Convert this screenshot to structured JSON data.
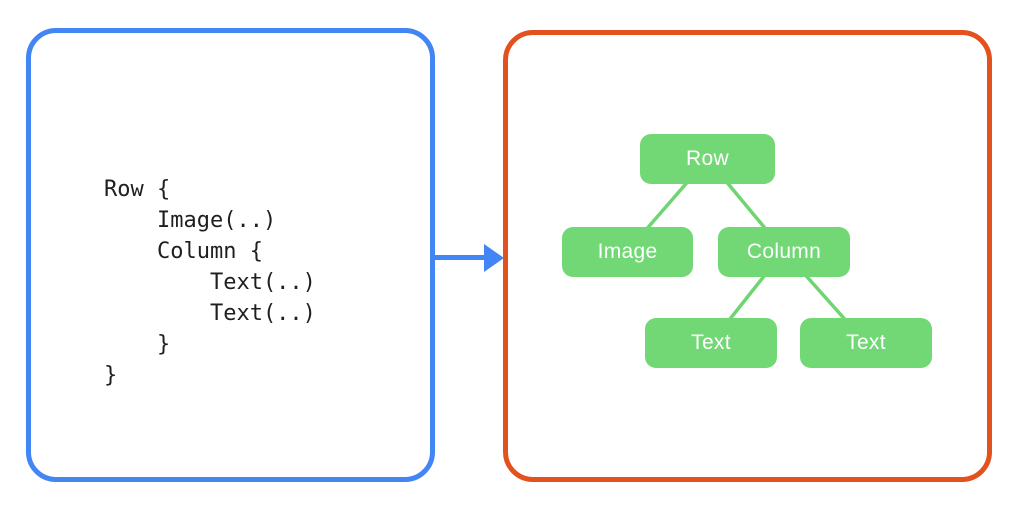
{
  "left_panel": {
    "kind": "code-snippet",
    "code_text": "Row {\n    Image(..)\n    Column {\n        Text(..)\n        Text(..)\n    }\n}"
  },
  "arrow": {
    "direction": "right"
  },
  "right_panel": {
    "kind": "ui-tree",
    "tree": {
      "nodes": [
        {
          "id": "row",
          "label": "Row"
        },
        {
          "id": "image",
          "label": "Image"
        },
        {
          "id": "column",
          "label": "Column"
        },
        {
          "id": "text-1",
          "label": "Text"
        },
        {
          "id": "text-2",
          "label": "Text"
        }
      ],
      "edges": [
        {
          "from": "row",
          "to": "image"
        },
        {
          "from": "row",
          "to": "column"
        },
        {
          "from": "column",
          "to": "text-1"
        },
        {
          "from": "column",
          "to": "text-2"
        }
      ]
    }
  },
  "theme": {
    "code-box-border": "#4285F4",
    "tree-box-border": "#E3511E",
    "arrow-color": "#4285F4",
    "node-fill": "#71D875",
    "connector-color": "#6FD572",
    "node-text-color": "#FFFFFF",
    "code-text-color": "#1F1F1F",
    "background": "#FFFFFF"
  }
}
